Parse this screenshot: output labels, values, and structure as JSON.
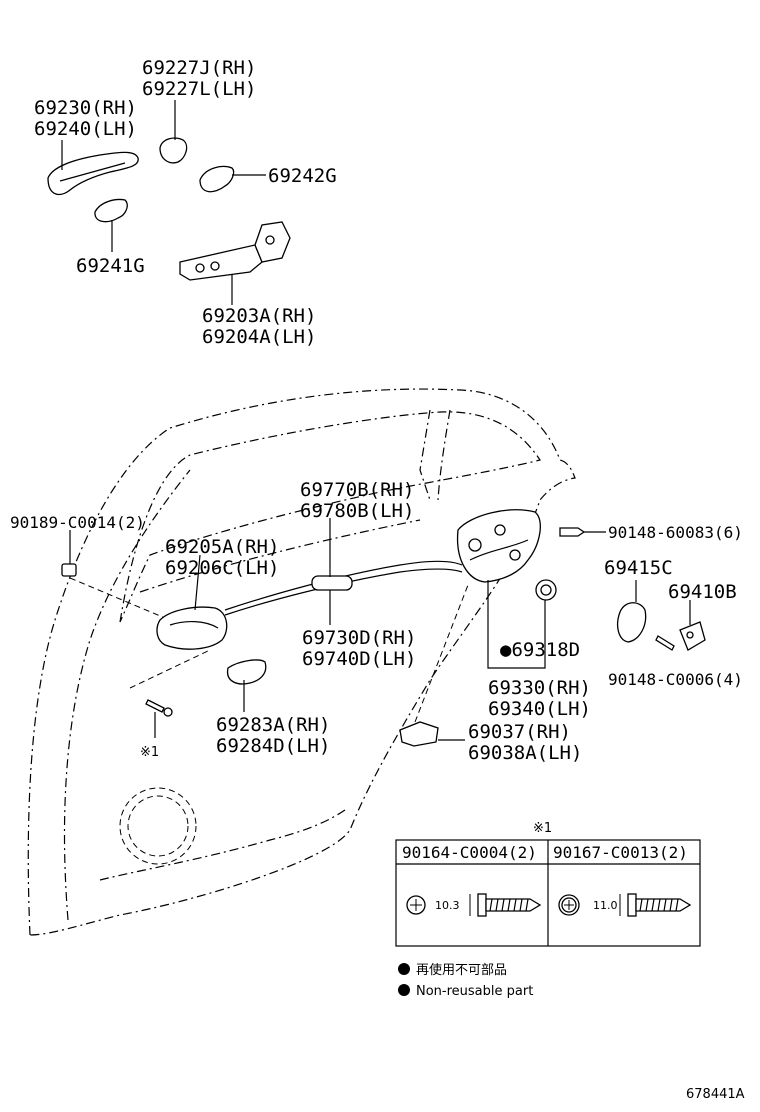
{
  "labels": {
    "p69227J": "69227J(RH)",
    "p69227L": "69227L(LH)",
    "p69230": "69230(RH)",
    "p69240": "69240(LH)",
    "p69242G": "69242G",
    "p69241G": "69241G",
    "p69203A": "69203A(RH)",
    "p69204A": "69204A(LH)",
    "p69770B": "69770B(RH)",
    "p69780B": "69780B(LH)",
    "p90189": "90189-C0014(2)",
    "p90148_60083": "90148-60083(6)",
    "p69205A": "69205A(RH)",
    "p69206C": "69206C(LH)",
    "p69415C": "69415C",
    "p69410B": "69410B",
    "p69730D": "69730D(RH)",
    "p69740D": "69740D(LH)",
    "p69318D": "●69318D",
    "p90148_C0006": "90148-C0006(4)",
    "p69330": "69330(RH)",
    "p69340": "69340(LH)",
    "p69283A": "69283A(RH)",
    "p69284D": "69284D(LH)",
    "p69037": "69037(RH)",
    "p69038A": "69038A(LH)",
    "ref_mark": "※1"
  },
  "screw_table": {
    "mark": "※1",
    "col1_header": "90164-C0004(2)",
    "col2_header": "90167-C0013(2)",
    "col1_dim": "10.3",
    "col2_dim": "11.0"
  },
  "legend": {
    "line1": "再使用不可部品",
    "line2": "Non-reusable part"
  },
  "figure_id": "678441A"
}
